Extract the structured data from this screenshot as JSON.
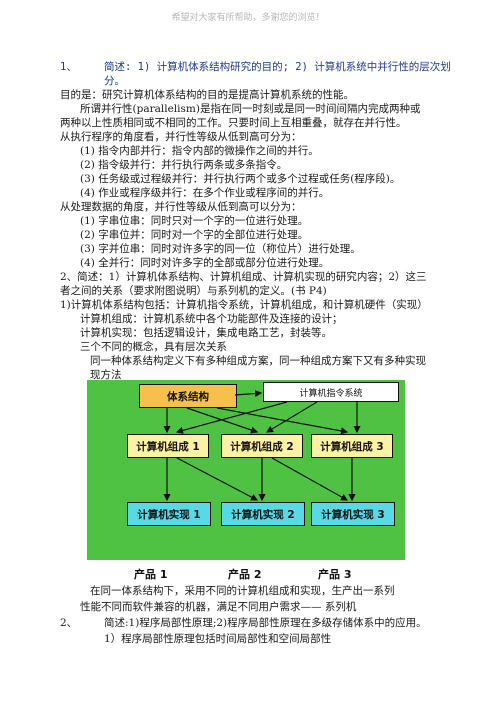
{
  "watermark": "希望对大家有所帮助，多谢您的浏览！",
  "q1": {
    "number": "1、",
    "title_line1": "简述: 1) 计算机体系结构研究的目的; 2) 计算机系统中并行性的层次划",
    "title_line2": "分。"
  },
  "para": [
    "目的是：研究计算机体系结构的目的是提高计算机系统的性能。",
    "所谓并行性(parallelism)是指在同一时刻或是同一时间间隔内完成两种或",
    "两种以上性质相同或不相同的工作。只要时间上互相重叠，就存在并行性。",
    "从执行程序的角度看，并行性等级从低到高可分为：",
    "(1) 指令内部并行：指令内部的微操作之间的并行。",
    "(2) 指令级并行：并行执行两条或多条指令。",
    "(3) 任务级或过程级并行：并行执行两个或多个过程或任务(程序段)。",
    "(4) 作业或程序级并行：在多个作业或程序间的并行。",
    "从处理数据的角度，并行性等级从低到高可以分为：",
    "(1) 字串位串：同时只对一个字的一位进行处理。",
    "(2) 字串位并：同时对一个字的全部位进行处理。",
    "(3) 字并位串：同时对许多字的同一位（称位片）进行处理。",
    "(4) 全并行：同时对许多字的全部或部分位进行处理。",
    "2、简述：1）计算机体系结构、计算机组成、计算机实现的研究内容；2）这三",
    "者之间的关系（要求附图说明）与系列机的定义。(书 P4)",
    "1)计算机体系结构包括：计算机指令系统，计算机组成，和计算机硬件（实现）",
    "计算机组成：计算机系统中各个功能部件及连接的设计；",
    "计算机实现：包括逻辑设计，集成电路工艺，封装等。",
    "三个不同的概念，具有层次关系",
    "同一种体系结构定义下有多种组成方案，同一种组成方案下又有多种实现",
    "现方法"
  ],
  "diagram": {
    "arch": "体系结构",
    "isa": "计算机指令系统",
    "org": [
      "计算机组成 1",
      "计算机组成 2",
      "计算机组成 3"
    ],
    "impl": [
      "计算机实现 1",
      "计算机实现 2",
      "计算机实现 3"
    ],
    "products": [
      "产品 1",
      "产品 2",
      "产品 3"
    ],
    "colors": {
      "background": "#4fc244",
      "arch": "#f6c04a",
      "org": "#fbf3a3",
      "impl": "#57d9e6"
    }
  },
  "after": [
    "在同一体系结构下，采用不同的计算机组成和实现，生产出一系列",
    "性能不同而软件兼容的机器，满足不同用户需求——  系列机",
    "简述:1)程序局部性原理;2)程序局部性原理在多级存储体系中的应用。",
    "1）程序局部性原理包括时间局部性和空间局部性"
  ],
  "q3_number": "2、"
}
